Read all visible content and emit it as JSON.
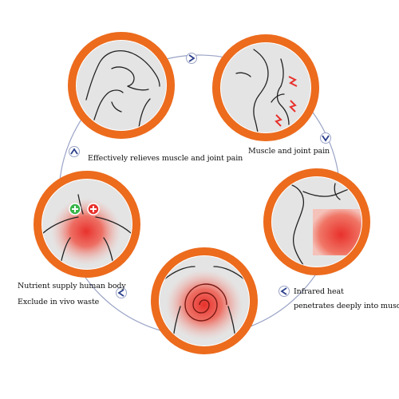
{
  "colors": {
    "ring": "#ec6b1d",
    "cycle_line": "#9aa3c6",
    "arrow": "#2b3f8c",
    "inner_bg": "#e4e4e4",
    "heat_red": "#e8312c",
    "plus_green": "#39b54a"
  },
  "stages": [
    {
      "id": "stretch",
      "icon": "stretching-upper-body-icon"
    },
    {
      "id": "pain",
      "icon": "lower-back-pain-icon"
    },
    {
      "id": "heat",
      "icon": "back-heat-patch-icon"
    },
    {
      "id": "spiral",
      "icon": "heat-spiral-icon"
    },
    {
      "id": "nutrient",
      "icon": "nutrient-shoulders-icon"
    }
  ],
  "captions": {
    "relief": "Effectively relieves muscle and joint pain",
    "pain": "Muscle and joint pain",
    "nutrient_1": "Nutrient supply human body",
    "nutrient_2": "Exclude in vivo waste",
    "infrared_1": "Infrared heat",
    "infrared_2": "penetrates deeply into muscle"
  },
  "arrow_icons": [
    "top-arrow-icon",
    "right-arrow-icon",
    "bottom-right-arrow-icon",
    "bottom-left-arrow-icon",
    "left-arrow-icon"
  ]
}
